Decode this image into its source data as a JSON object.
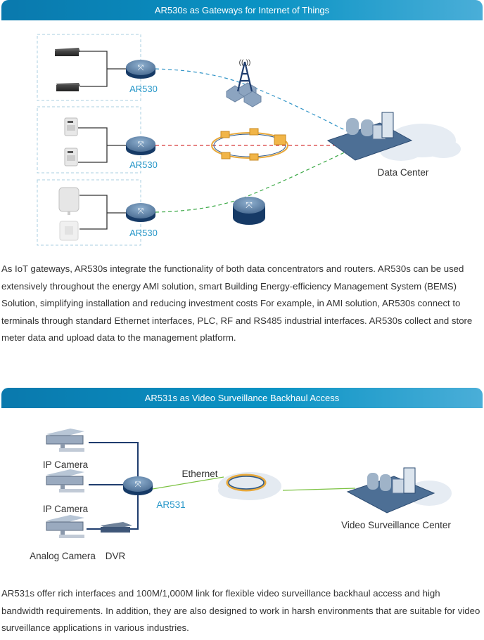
{
  "section1": {
    "title": "AR530s as Gateways for Internet of Things",
    "router_labels": [
      "AR530",
      "AR530",
      "AR530"
    ],
    "data_center_label": "Data Center",
    "colors": {
      "banner": "#0a86bb",
      "wireless_link": "#2f93c6",
      "ring_link": "#d63a3a",
      "router_link": "#3aa845",
      "router_label": "#2596c8"
    },
    "description": "As IoT gateways, AR530s integrate the functionality of both data concentrators and routers. AR530s can be used extensively throughout the energy AMI solution, smart Building Energy-efficiency Management System (BEMS) Solution, simplifying installation and reducing investment costs For example, in AMI solution, AR530s connect to terminals through standard Ethernet interfaces, PLC, RF and RS485 industrial interfaces. AR530s collect and store meter data and upload data to the management platform."
  },
  "section2": {
    "title": "AR531s as Video Surveillance Backhaul Access",
    "camera_labels": [
      "IP Camera",
      "IP Camera",
      "Analog Camera"
    ],
    "dvr_label": "DVR",
    "router_label": "AR531",
    "link_label": "Ethernet",
    "center_label": "Video Surveillance Center",
    "colors": {
      "ethernet_link": "#7cc242",
      "cable": "#1f3d6e"
    },
    "description": "AR531s offer rich interfaces and 100M/1,000M link for flexible video surveillance backhaul access and high bandwidth requirements. In addition, they are also designed to work in harsh environments that are suitable for video surveillance applications in various industries."
  }
}
